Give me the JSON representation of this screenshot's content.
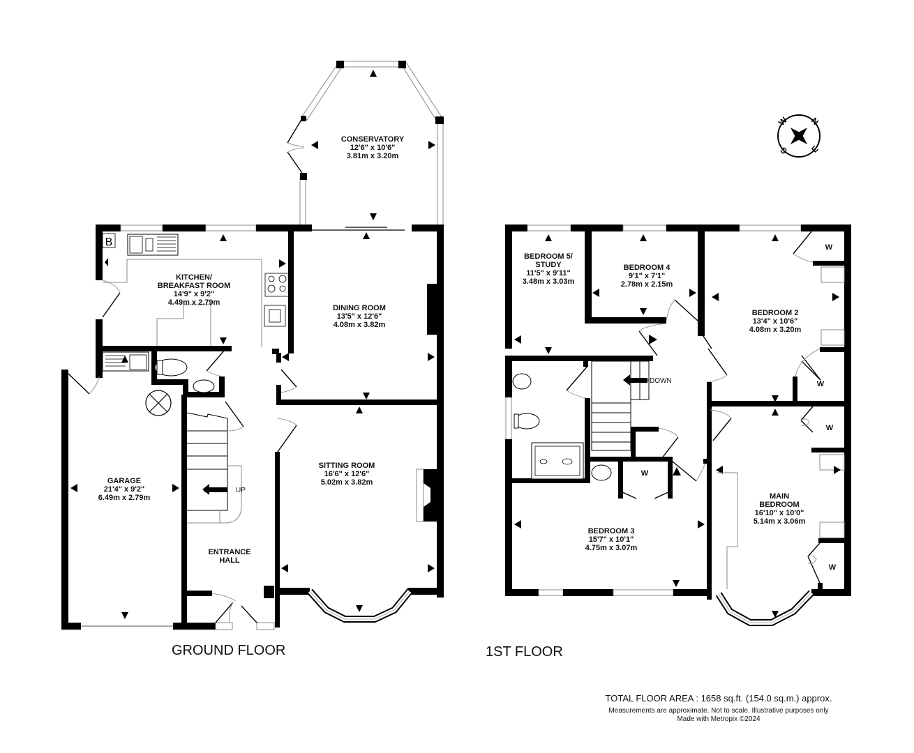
{
  "ground_floor": {
    "label": "GROUND FLOOR",
    "rooms": [
      {
        "name": "CONSERVATORY",
        "name2": "",
        "imperial": "12'6\"  x 10'6\"",
        "metric": "3.81m  x 3.20m"
      },
      {
        "name": "KITCHEN/",
        "name2": "BREAKFAST ROOM",
        "imperial": "14'9\"  x 9'2\"",
        "metric": "4.49m  x 2.79m"
      },
      {
        "name": "DINING ROOM",
        "name2": "",
        "imperial": "13'5\"  x 12'6\"",
        "metric": "4.08m  x 3.82m"
      },
      {
        "name": "SITTING ROOM",
        "name2": "",
        "imperial": "16'6\"  x 12'6\"",
        "metric": "5.02m  x 3.82m"
      },
      {
        "name": "GARAGE",
        "name2": "",
        "imperial": "21'4\"  x 9'2\"",
        "metric": "6.49m  x 2.79m"
      },
      {
        "name": "ENTRANCE",
        "name2": "HALL",
        "imperial": "",
        "metric": ""
      }
    ],
    "boiler_label": "B",
    "stairs_label": "UP"
  },
  "first_floor": {
    "label": "1ST FLOOR",
    "rooms": [
      {
        "name": "BEDROOM 5/",
        "name2": "STUDY",
        "imperial": "11'5\"  x 9'11\"",
        "metric": "3.48m  x 3.03m"
      },
      {
        "name": "BEDROOM 4",
        "name2": "",
        "imperial": "9'1\"  x 7'1\"",
        "metric": "2.78m  x 2.15m"
      },
      {
        "name": "BEDROOM 2",
        "name2": "",
        "imperial": "13'4\"  x 10'6\"",
        "metric": "4.08m  x 3.20m"
      },
      {
        "name": "BEDROOM 3",
        "name2": "",
        "imperial": "15'7\"  x 10'1\"",
        "metric": "4.75m  x 3.07m"
      },
      {
        "name": "MAIN",
        "name2": "BEDROOM",
        "imperial": "16'10\"  x 10'0\"",
        "metric": "5.14m  x 3.06m"
      }
    ],
    "stairs_label": "DOWN",
    "wardrobe_label": "W"
  },
  "compass": {
    "icon": "compass-icon",
    "n": "N",
    "e": "E",
    "s": "S",
    "w": "W"
  },
  "footer": {
    "total": "TOTAL FLOOR AREA : 1658 sq.ft. (154.0 sq.m.) approx.",
    "note1": "Measurements are approximate.  Not to scale.  Illustrative purposes only",
    "note2": "Made with Metropix ©2024"
  }
}
